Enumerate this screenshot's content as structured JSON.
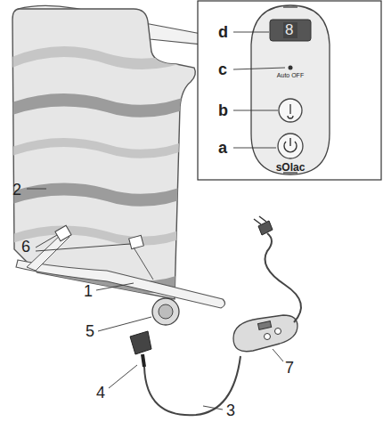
{
  "diagram": {
    "labels": [
      "d",
      "c",
      "b",
      "a",
      "8",
      "Auto OFF",
      "sOlac",
      "2",
      "6",
      "1",
      "5",
      "4",
      "3",
      "7"
    ]
  }
}
